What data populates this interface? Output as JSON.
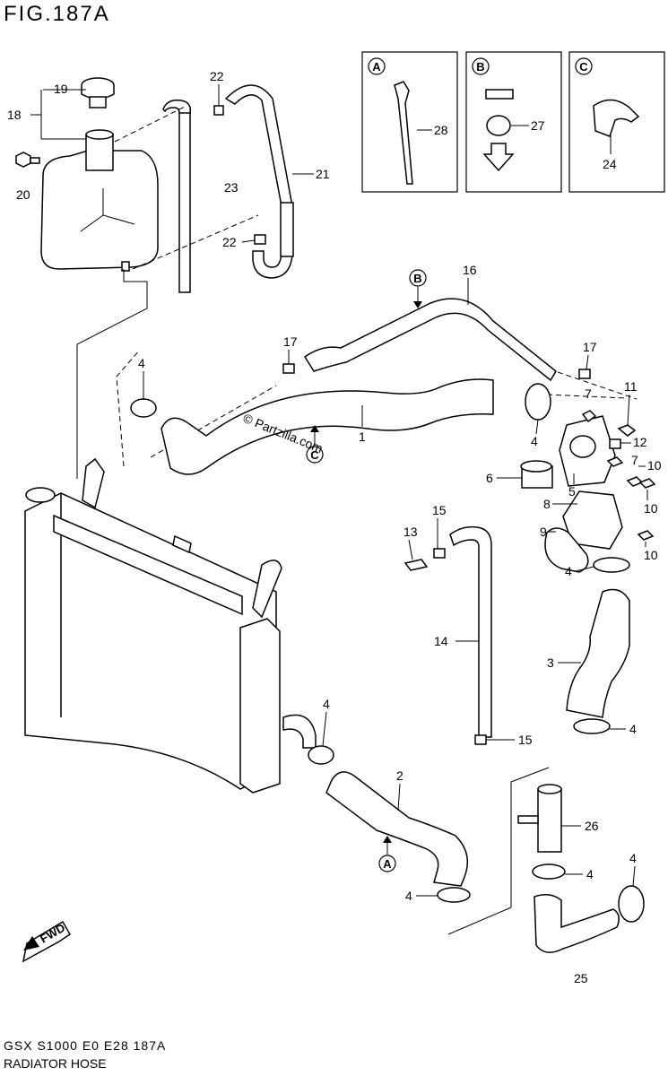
{
  "figure_title": "FIG.187A",
  "footer": {
    "code": "GSX S1000 E0 E28 187A",
    "name": "RADIATOR HOSE"
  },
  "watermark": "© Partzilla.com",
  "direction_tag": "FWD",
  "inset_boxes": [
    {
      "letter": "A",
      "part": "28"
    },
    {
      "letter": "B",
      "part": "27"
    },
    {
      "letter": "C",
      "part": "24"
    }
  ],
  "callouts": {
    "p1": "1",
    "p2": "2",
    "p3": "3",
    "p4a": "4",
    "p4b": "4",
    "p4c": "4",
    "p4d": "4",
    "p4e": "4",
    "p4f": "4",
    "p4g": "4",
    "p4h": "4",
    "p5": "5",
    "p6": "6",
    "p7a": "7",
    "p7b": "7",
    "p8": "8",
    "p9": "9",
    "p10a": "10",
    "p10b": "10",
    "p10c": "10",
    "p11": "11",
    "p12": "12",
    "p13": "13",
    "p14": "14",
    "p15a": "15",
    "p15b": "15",
    "p16": "16",
    "p17a": "17",
    "p17b": "17",
    "p18": "18",
    "p19": "19",
    "p20": "20",
    "p21": "21",
    "p22a": "22",
    "p22b": "22",
    "p23": "23",
    "p25": "25",
    "p26": "26"
  },
  "arrow_tags": {
    "a1": "A",
    "b1": "B",
    "c1": "C"
  }
}
